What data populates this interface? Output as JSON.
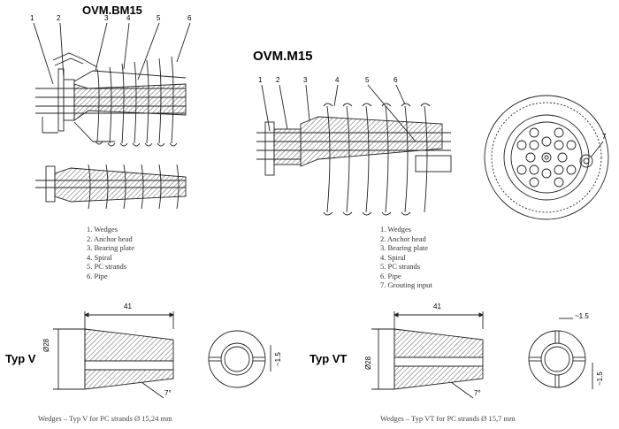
{
  "titles": {
    "left": "OVM.BM15",
    "right": "OVM.M15"
  },
  "callouts_left": [
    "1",
    "2",
    "3",
    "4",
    "5",
    "6"
  ],
  "callouts_right": [
    "1",
    "2",
    "3",
    "4",
    "5",
    "6",
    "7"
  ],
  "legend_left": [
    "1. Wedges",
    "2. Anchor head",
    "3. Bearing plate",
    "4. Spiral",
    "5. PC strands",
    "6. Pipe"
  ],
  "legend_right": [
    "1. Wedges",
    "2. Anchor head",
    "3. Bearing plate",
    "4. Spiral",
    "5. PC strands",
    "6. Pipe",
    "7. Grouting input"
  ],
  "wedge_v": {
    "type_label": "Typ V",
    "length": "41",
    "diameter": "Ø28",
    "angle": "7°",
    "gap": "~1.5",
    "caption": "Wedges – Typ V for PC strands Ø 15,24 mm"
  },
  "wedge_vt": {
    "type_label": "Typ VT",
    "length": "41",
    "diameter": "Ø28",
    "angle": "7°",
    "gap_top": "~1.5",
    "gap_side": "~1.5",
    "caption": "Wedges – Typ VT for PC strands Ø 15,7 mm"
  }
}
